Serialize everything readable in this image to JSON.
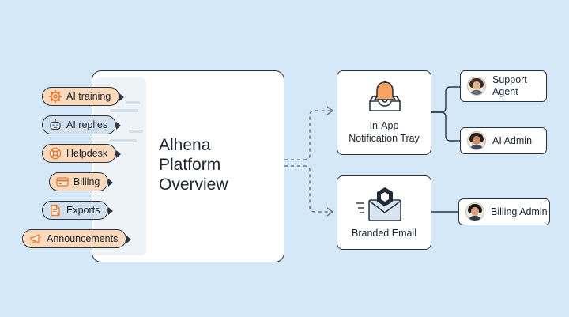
{
  "colors": {
    "background": "#d5e8f7",
    "pill_orange": "#fbd9bd",
    "pill_blue": "#d2dfec",
    "outline": "#2a3440",
    "icon_orange": "#e8762c"
  },
  "main": {
    "title_line1": "Alhena",
    "title_line2": "Platform",
    "title_line3": "Overview"
  },
  "features": [
    {
      "label": "AI training",
      "icon": "gear-icon",
      "style": "orange"
    },
    {
      "label": "AI replies",
      "icon": "robot-icon",
      "style": "blue"
    },
    {
      "label": "Helpdesk",
      "icon": "lifebuoy-icon",
      "style": "orange"
    },
    {
      "label": "Billing",
      "icon": "credit-card-icon",
      "style": "orange"
    },
    {
      "label": "Exports",
      "icon": "document-export-icon",
      "style": "blue"
    },
    {
      "label": "Announcements",
      "icon": "megaphone-icon",
      "style": "orange"
    }
  ],
  "outputs": {
    "tray": {
      "line1": "In-App",
      "line2": "Notification Tray",
      "icon": "bell-tray-icon"
    },
    "email": {
      "label": "Branded Email",
      "icon": "envelope-icon"
    }
  },
  "roles": {
    "support": {
      "line1": "Support",
      "line2": "Agent"
    },
    "ai_admin": {
      "label": "AI Admin"
    },
    "billing_admin": {
      "label": "Billing Admin"
    }
  }
}
